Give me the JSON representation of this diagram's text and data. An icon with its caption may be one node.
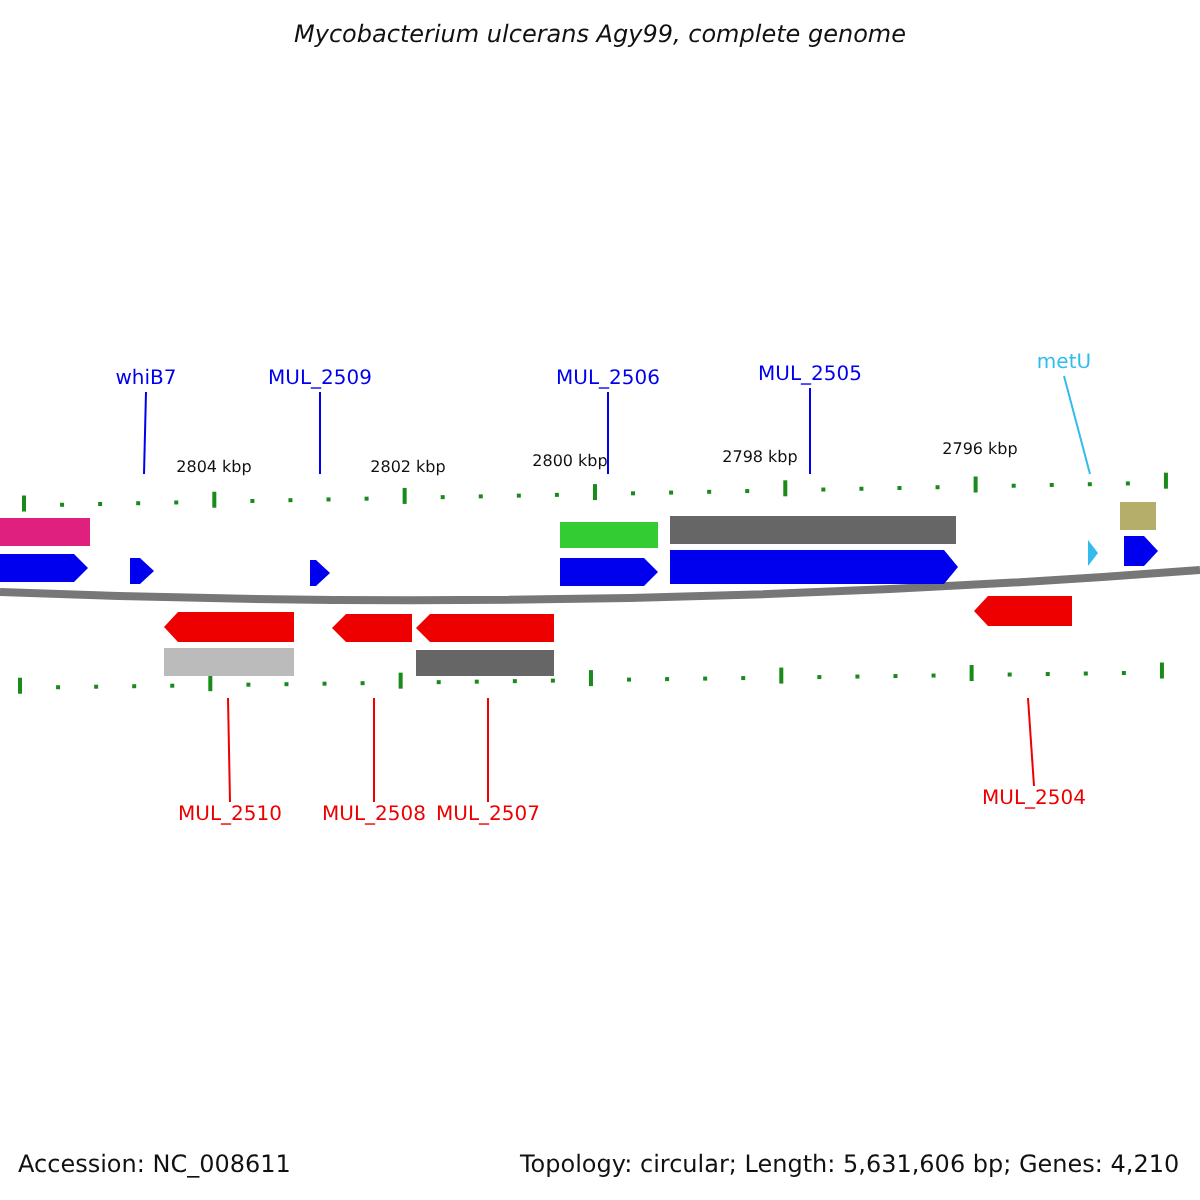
{
  "diagram": {
    "title": "Mycobacterium ulcerans Agy99, complete genome",
    "nodes": [
      {
        "text": [
          "whiB7"
        ]
      },
      {
        "text": [
          "MUL_2509"
        ]
      },
      {
        "text": [
          "MUL_2506"
        ]
      },
      {
        "text": [
          "MUL_2505"
        ]
      },
      {
        "text": [
          "metU"
        ]
      },
      {
        "text": [
          "MUL_2510"
        ]
      },
      {
        "text": [
          "MUL_2508"
        ]
      },
      {
        "text": [
          "MUL_2507"
        ]
      },
      {
        "text": [
          "MUL_2504"
        ]
      },
      {
        "text": [],
        "shape": "picture"
      }
    ],
    "edges": [
      {
        "from": 0,
        "to": 9,
        "arrow": "none",
        "color": "#0000ee"
      },
      {
        "from": 1,
        "to": 9,
        "arrow": "none",
        "color": "#0000ee"
      },
      {
        "from": 2,
        "to": 9,
        "arrow": "none",
        "color": "#0000ee"
      },
      {
        "from": 3,
        "to": 9,
        "arrow": "none",
        "color": "#0000ee"
      },
      {
        "from": 4,
        "to": 9,
        "arrow": "none",
        "color": "#33bbee"
      },
      {
        "from": 5,
        "to": 9,
        "arrow": "none",
        "color": "#ee0000"
      },
      {
        "from": 6,
        "to": 9,
        "arrow": "none",
        "color": "#ee0000"
      },
      {
        "from": 7,
        "to": 9,
        "arrow": "none",
        "color": "#ee0000"
      },
      {
        "from": 8,
        "to": 9,
        "arrow": "none",
        "color": "#ee0000"
      }
    ],
    "labels": [
      "2804 kbp",
      "2802 kbp",
      "2800 kbp",
      "2798 kbp",
      "2796 kbp",
      "Accession: NC_008611",
      "Topology: circular; Length: 5,631,606 bp; Genes: 4,210"
    ]
  }
}
